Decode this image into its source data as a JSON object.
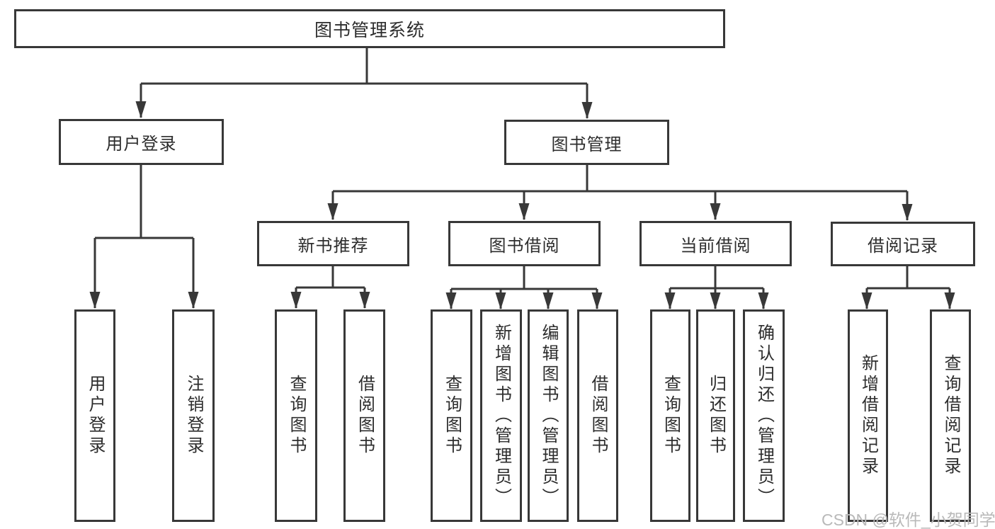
{
  "nodes": {
    "root": "图书管理系统",
    "user_login": "用户登录",
    "book_management": "图书管理",
    "new_book_recommend": "新书推荐",
    "book_borrowing": "图书借阅",
    "current_borrowing": "当前借阅",
    "borrowing_records": "借阅记录",
    "leaf_user_login": "用户登录",
    "leaf_logout": "注销登录",
    "leaf_query_book_a": "查询图书",
    "leaf_borrow_book_a": "借阅图书",
    "leaf_query_book_b": "查询图书",
    "leaf_add_book_admin": "新增图书（管理员）",
    "leaf_edit_book_admin": "编辑图书（管理员）",
    "leaf_borrow_book_b": "借阅图书",
    "leaf_query_book_c": "查询图书",
    "leaf_return_book": "归还图书",
    "leaf_confirm_return_admin": "确认归还（管理员）",
    "leaf_add_borrow_record": "新增借阅记录",
    "leaf_query_borrow_record": "查询借阅记录"
  },
  "hierarchy": {
    "图书管理系统": [
      "用户登录",
      "图书管理"
    ],
    "用户登录": [
      "用户登录",
      "注销登录"
    ],
    "图书管理": [
      "新书推荐",
      "图书借阅",
      "当前借阅",
      "借阅记录"
    ],
    "新书推荐": [
      "查询图书",
      "借阅图书"
    ],
    "图书借阅": [
      "查询图书",
      "新增图书（管理员）",
      "编辑图书（管理员）",
      "借阅图书"
    ],
    "当前借阅": [
      "查询图书",
      "归还图书",
      "确认归还（管理员）"
    ],
    "借阅记录": [
      "新增借阅记录",
      "查询借阅记录"
    ]
  },
  "watermark": "CSDN @软件_小贺同学",
  "colors": {
    "line": "#383838",
    "text": "#2d2d2d",
    "box_background": "#ffffff",
    "page_background": "#ffffff",
    "watermark": "#b9b9b9"
  }
}
